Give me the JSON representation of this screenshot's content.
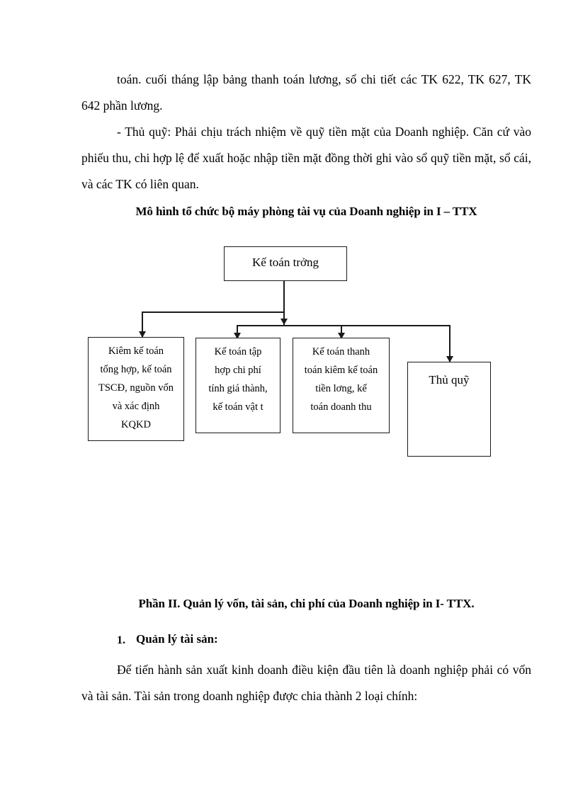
{
  "document": {
    "paragraphs": [
      {
        "id": "p1",
        "text": "toán. cuối tháng lập bảng thanh toán lương, sổ chi tiết các TK 622, TK 627, TK 642 phần lương."
      },
      {
        "id": "p2",
        "text": "- Thủ quỹ: Phải chịu trách nhiệm về quỹ tiền mặt của Doanh nghiệp. Căn cứ vào phiếu thu, chi hợp lệ để xuất hoặc nhập tiền mặt đồng thời ghi vào sổ quỹ tiền mặt, sổ cái, và các TK có liên quan."
      },
      {
        "id": "p3",
        "text": "Để tiến hành sản xuất kinh doanh điều kiện đầu tiên là doanh nghiệp phải có vốn và tài sản. Tài sản trong doanh nghiệp được chia thành 2 loại chính:"
      }
    ],
    "diagram_title": "Mô hình tổ chức bộ máy phòng tài vụ của Doanh nghiệp in I – TTX",
    "section_heading": "Phần II. Quản lý vốn, tài sản, chi phí của Doanh nghiệp in I- TTX.",
    "subsection_number": "1.",
    "subsection_heading": "Quản lý tài sản:"
  },
  "org_chart": {
    "type": "organization-chart",
    "root": {
      "id": "ke-toan-truong",
      "label": "Kế toán trởng"
    },
    "children": [
      {
        "id": "kiem-ke-toan-tong-hop",
        "lines": [
          "Kiêm kế toán",
          "tổng hợp, kế toán",
          "TSCĐ, nguồn vốn",
          "và xác định",
          "KQKD"
        ]
      },
      {
        "id": "ke-toan-tap-hop-chi-phi",
        "lines": [
          "Kế toán tập",
          "hợp chi phí",
          "tính giá thành,",
          "kế toán vật t"
        ]
      },
      {
        "id": "ke-toan-thanh-toan",
        "lines": [
          "Kế toán thanh",
          "toán kiêm kế toán",
          "tiền lơng,   kế",
          "toán doanh thu"
        ]
      },
      {
        "id": "thu-quy",
        "lines": [
          "Thủ quỹ"
        ]
      }
    ]
  },
  "colors": {
    "text": "#000000",
    "line": "#1a1a1a",
    "page_background": "#ffffff"
  }
}
